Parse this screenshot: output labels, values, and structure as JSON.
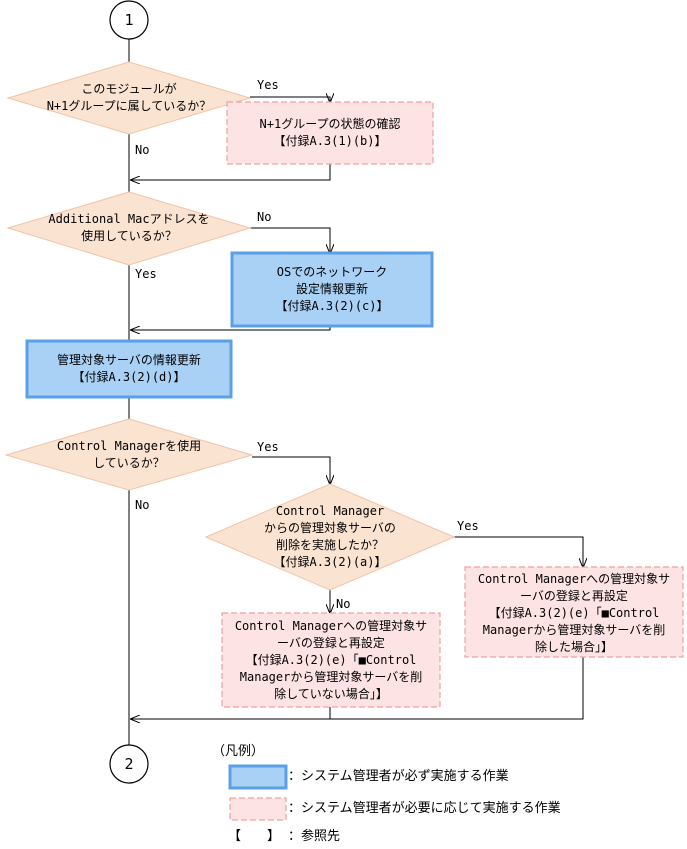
{
  "colors": {
    "decision_fill": "#fbe3d2",
    "decision_stroke": "#f0c4a8",
    "required_fill": "#a9d0f5",
    "required_stroke": "#5aa0e6",
    "optional_fill": "#fde3e3",
    "optional_stroke": "#f0a0a0",
    "line": "#000000"
  },
  "connectors": {
    "start": "1",
    "end": "2"
  },
  "decisions": [
    {
      "id": "d1",
      "lines": [
        "このモジュールが",
        "N+1グループに属しているか？"
      ]
    },
    {
      "id": "d2",
      "lines": [
        "Additional Macアドレスを",
        "使用しているか？"
      ]
    },
    {
      "id": "d3",
      "lines": [
        "Control Managerを使用",
        "しているか？"
      ]
    },
    {
      "id": "d4",
      "lines": [
        "Control Manager",
        "からの管理対象サーバの",
        "削除を実施したか？",
        "【付録A.3(2)(a)】"
      ]
    }
  ],
  "boxes": [
    {
      "id": "b1",
      "kind": "optional",
      "lines": [
        "N+1グループの状態の確認",
        "【付録A.3(1)(b)】"
      ]
    },
    {
      "id": "b2",
      "kind": "required",
      "lines": [
        "OSでのネットワーク",
        "設定情報更新",
        "【付録A.3(2)(c)】"
      ]
    },
    {
      "id": "b3",
      "kind": "required",
      "lines": [
        "管理対象サーバの情報更新",
        "【付録A.3(2)(d)】"
      ]
    },
    {
      "id": "b4",
      "kind": "optional",
      "lines": [
        "Control Managerへの管理対象サ",
        "ーバの登録と再設定",
        "【付録A.3(2)(e)「■Control",
        "Managerから管理対象サーバを削",
        "除していない場合」】"
      ]
    },
    {
      "id": "b5",
      "kind": "optional",
      "lines": [
        "Control Managerへの管理対象サ",
        "ーバの登録と再設定",
        "【付録A.3(2)(e)「■Control",
        "Managerから管理対象サーバを削",
        "除した場合」】"
      ]
    }
  ],
  "conditions": {
    "d1_yes": "Yes",
    "d1_no": "No",
    "d2_no": "No",
    "d2_yes": "Yes",
    "d3_yes": "Yes",
    "d3_no": "No",
    "d4_yes": "Yes",
    "d4_no": "No"
  },
  "legend": {
    "title": "（凡例）",
    "required": "：システム管理者が必ず実施する作業",
    "optional": "：システム管理者が必要に応じて実施する作業",
    "reference_bracket": "【　　】",
    "reference": "：参照先"
  }
}
